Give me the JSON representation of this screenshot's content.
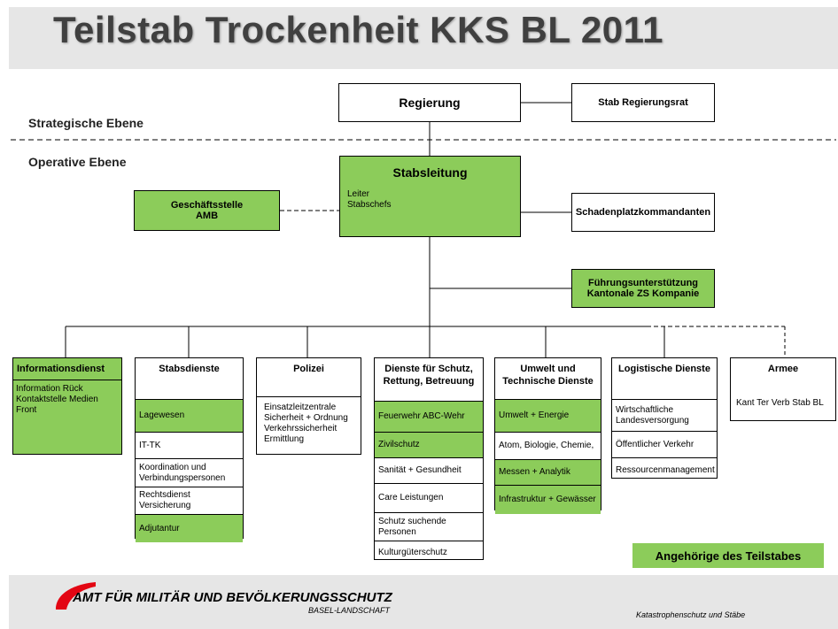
{
  "title": "Teilstab Trockenheit KKS BL 2011",
  "levels": {
    "strategic": "Strategische Ebene",
    "operative": "Operative Ebene"
  },
  "top": {
    "regierung": "Regierung",
    "stab_regierungsrat": "Stab Regierungsrat",
    "stabsleitung": {
      "title": "Stabsleitung",
      "line1": "Leiter",
      "line2": "Stabschefs"
    },
    "geschaeftsstelle": {
      "line1": "Geschäftsstelle",
      "line2": "AMB"
    },
    "schadenplatz": "Schadenplatzkommandanten",
    "fuehrung": {
      "line1": "Führungsunterstützung",
      "line2": "Kantonale ZS Kompanie"
    }
  },
  "columns": [
    {
      "title": "Informationsdienst",
      "items": [
        "Information Rück Kontaktstelle  Medien Front"
      ]
    },
    {
      "title": "Stabsdienste",
      "items": [
        "Lagewesen",
        "IT-TK",
        "Koordination und Verbindungspersonen",
        "Rechtsdienst Versicherung",
        "Adjutantur"
      ]
    },
    {
      "title": "Polizei",
      "items": [
        "Einsatzleitzentrale Sicherheit + Ordnung Verkehrssicherheit Ermittlung"
      ]
    },
    {
      "title": "Dienste für Schutz, Rettung, Betreuung",
      "items": [
        "Feuerwehr ABC-Wehr",
        "Zivilschutz",
        "Sanität + Gesundheit",
        "Care Leistungen",
        "Schutz suchende Personen",
        "Kulturgüterschutz"
      ]
    },
    {
      "title": "Umwelt und Technische Dienste",
      "items": [
        "Umwelt + Energie",
        "Atom, Biologie, Chemie,",
        "Messen + Analytik",
        "Infrastruktur  + Gewässer"
      ]
    },
    {
      "title": "Logistische Dienste",
      "items": [
        "Wirtschaftliche Landesversorgung",
        "Öffentlicher Verkehr",
        "Ressourcenmanagement"
      ]
    },
    {
      "title": "Armee",
      "items": [
        "Kant Ter Verb Stab BL"
      ]
    }
  ],
  "legend": "Angehörige des Teilstabes",
  "footer": {
    "org": "AMT FÜR MILITÄR UND BEVÖLKERUNGSSCHUTZ",
    "sub": "BASEL-LANDSCHAFT",
    "right": "Katastrophenschutz und Stäbe"
  },
  "colors": {
    "member_green": "#8ccc5a",
    "header_gray": "#e6e6e6",
    "logo_red": "#e30613"
  }
}
